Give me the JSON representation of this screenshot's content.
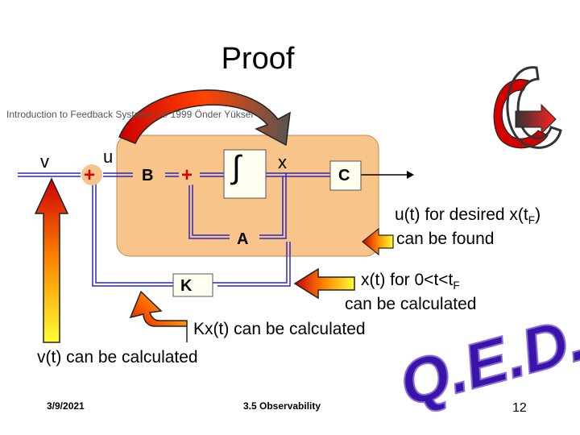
{
  "slide": {
    "title": "Proof",
    "header": "Introduction to Feedback Systems / © 1999 Önder Yüksel",
    "footer": {
      "date": "3/9/2021",
      "section": "3.5 Observability",
      "page": "12"
    },
    "qed": "Q.E.D."
  },
  "diagram": {
    "labels": {
      "v": "v",
      "u": "u",
      "x": "x"
    },
    "blocks": {
      "B": "B",
      "C": "C",
      "A": "A",
      "K": "K",
      "integrator": "∫"
    },
    "summers": {
      "sum1": "+",
      "sum2": "+"
    }
  },
  "statements": {
    "s1": {
      "text": "u(t) for desired x(t",
      "sub": "F",
      "tail": ")",
      "line2": "can be found"
    },
    "s2": {
      "text": "x(t) for 0<t<t",
      "sub": "F",
      "line2": "can be calculated"
    },
    "s3": "Kx(t) can be calculated",
    "s4": "v(t) can be calculated"
  },
  "colors": {
    "box_fill": "#f7c489",
    "box_stroke": "#c08a4a",
    "wire": "#2a2ac0",
    "block": "#fffff0",
    "arrow_top": "#ffff00",
    "arrow_bottom": "#cc0000",
    "qed": "#3a13a8"
  }
}
